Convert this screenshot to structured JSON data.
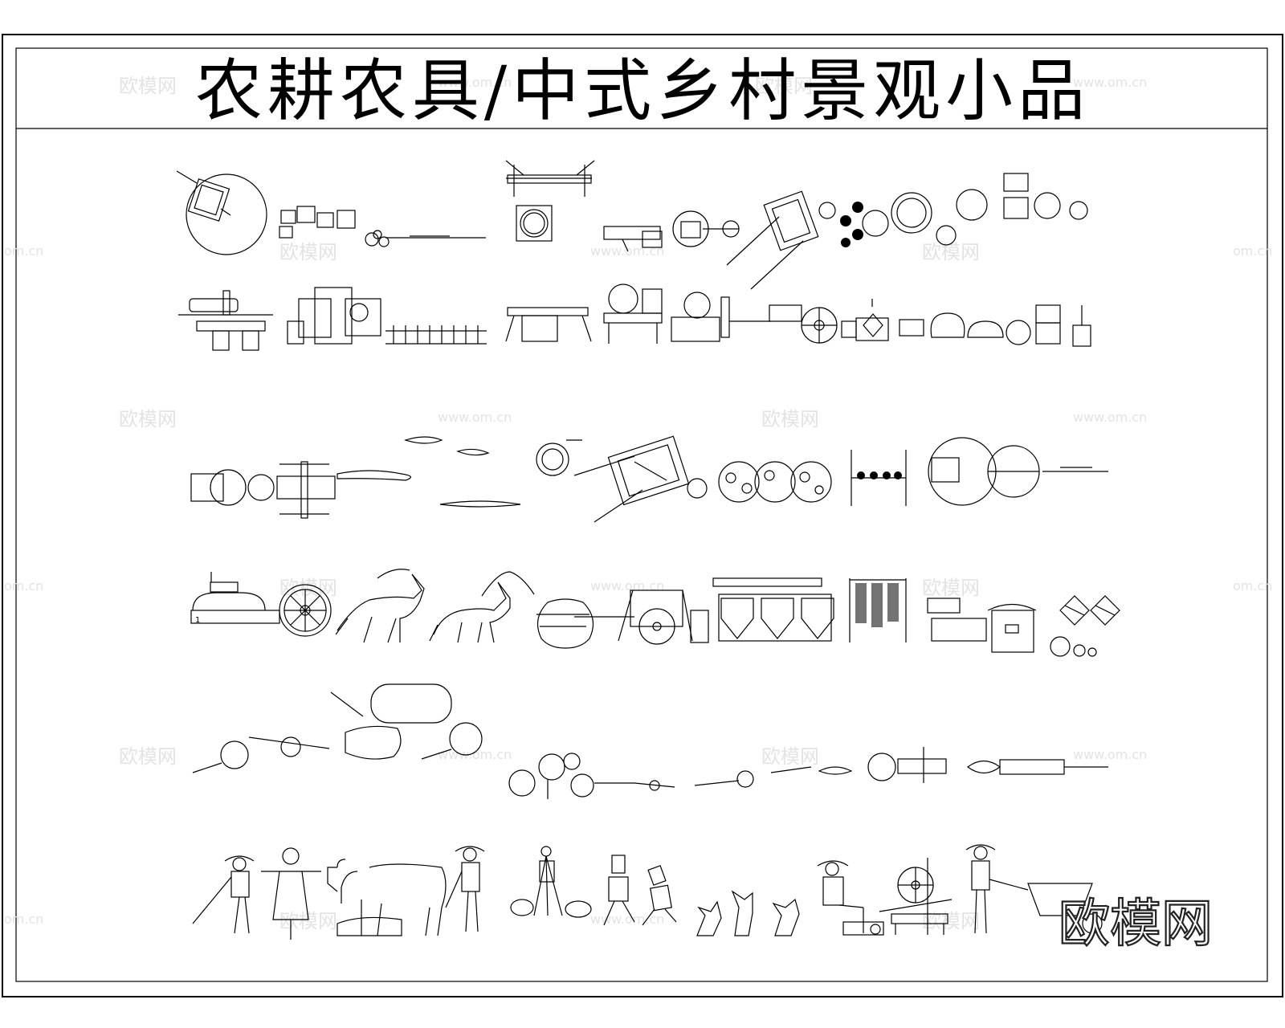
{
  "title": "农耕农具/中式乡村景观小品",
  "watermark": {
    "brand": "欧模网",
    "url": "www.om.cn",
    "partial_url": "om.cn",
    "corner_logo": "欧模网"
  },
  "drawing_annotations": {
    "marker_row4": "1"
  },
  "colors": {
    "line": "#000000",
    "background": "#ffffff",
    "watermark": "#e3e3e3"
  },
  "icons": [
    "millstone-icon",
    "cart-icon",
    "wheelbarrow-icon",
    "ox-icon",
    "antelope-icon",
    "jar-icon",
    "farmer-icon",
    "scarecrow-icon",
    "cat-icon",
    "spinning-wheel-icon",
    "stool-icon",
    "tools-icon",
    "basket-icon",
    "pumpkin-icon"
  ]
}
